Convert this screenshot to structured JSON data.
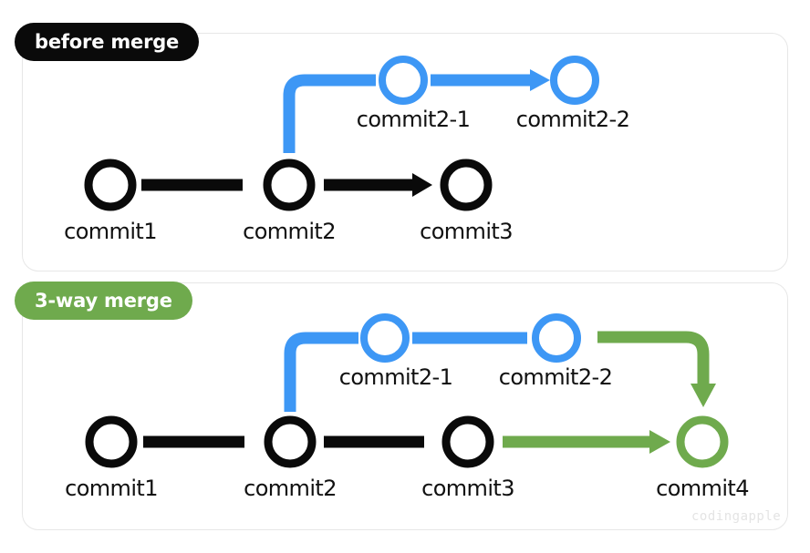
{
  "figure": {
    "title": "git 3-way merge diagram",
    "watermark": "codingapple"
  },
  "colors": {
    "black": "#0a0a0a",
    "blue": "#3d97f5",
    "green": "#6faa4d",
    "panel_border": "#e7e7e7",
    "background": "#ffffff",
    "watermark": "#e4e4e4"
  },
  "panels": [
    {
      "id": "before-merge",
      "badge_label": "before merge",
      "badge_color": "#0a0a0a",
      "nodes": [
        {
          "id": "commit1",
          "label": "commit1",
          "color": "black",
          "branch": "main"
        },
        {
          "id": "commit2",
          "label": "commit2",
          "color": "black",
          "branch": "main"
        },
        {
          "id": "commit3",
          "label": "commit3",
          "color": "black",
          "branch": "main"
        },
        {
          "id": "commit2-1",
          "label": "commit2-1",
          "color": "blue",
          "branch": "feature"
        },
        {
          "id": "commit2-2",
          "label": "commit2-2",
          "color": "blue",
          "branch": "feature"
        }
      ],
      "edges": [
        {
          "from": "commit1",
          "to": "commit2",
          "color": "black",
          "arrow": false
        },
        {
          "from": "commit2",
          "to": "commit3",
          "color": "black",
          "arrow": true
        },
        {
          "from": "commit2",
          "to": "commit2-1",
          "color": "blue",
          "arrow": false
        },
        {
          "from": "commit2-1",
          "to": "commit2-2",
          "color": "blue",
          "arrow": true
        }
      ]
    },
    {
      "id": "three-way-merge",
      "badge_label": "3-way merge",
      "badge_color": "#6faa4d",
      "nodes": [
        {
          "id": "commit1",
          "label": "commit1",
          "color": "black",
          "branch": "main"
        },
        {
          "id": "commit2",
          "label": "commit2",
          "color": "black",
          "branch": "main"
        },
        {
          "id": "commit3",
          "label": "commit3",
          "color": "black",
          "branch": "main"
        },
        {
          "id": "commit4",
          "label": "commit4",
          "color": "green",
          "branch": "main"
        },
        {
          "id": "commit2-1",
          "label": "commit2-1",
          "color": "blue",
          "branch": "feature"
        },
        {
          "id": "commit2-2",
          "label": "commit2-2",
          "color": "blue",
          "branch": "feature"
        }
      ],
      "edges": [
        {
          "from": "commit1",
          "to": "commit2",
          "color": "black",
          "arrow": false
        },
        {
          "from": "commit2",
          "to": "commit3",
          "color": "black",
          "arrow": false
        },
        {
          "from": "commit2",
          "to": "commit2-1",
          "color": "blue",
          "arrow": false
        },
        {
          "from": "commit2-1",
          "to": "commit2-2",
          "color": "blue",
          "arrow": false
        },
        {
          "from": "commit3",
          "to": "commit4",
          "color": "green",
          "arrow": true
        },
        {
          "from": "commit2-2",
          "to": "commit4",
          "color": "green",
          "arrow": true
        }
      ]
    }
  ],
  "labels": {
    "p1": {
      "commit1": "commit1",
      "commit2": "commit2",
      "commit3": "commit3",
      "commit2_1": "commit2-1",
      "commit2_2": "commit2-2"
    },
    "p2": {
      "commit1": "commit1",
      "commit2": "commit2",
      "commit3": "commit3",
      "commit4": "commit4",
      "commit2_1": "commit2-1",
      "commit2_2": "commit2-2"
    }
  }
}
